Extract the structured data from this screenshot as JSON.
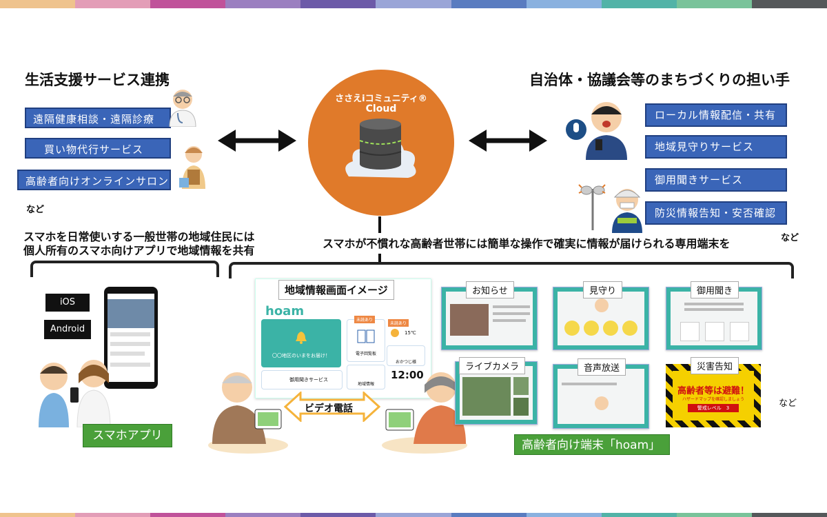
{
  "colors": {
    "stripe": [
      "#efc38d",
      "#e39db7",
      "#c0529a",
      "#9b7fc0",
      "#6c5aa8",
      "#9aa5d7",
      "#5a7cc0",
      "#8ab1df",
      "#52b3a7",
      "#79c39a",
      "#55585a"
    ],
    "service_blue": "#3a65b8",
    "cloud_orange": "#e07a2a",
    "hoam_teal": "#3bb3a6",
    "label_green": "#4aa03a"
  },
  "left": {
    "title": "生活支援サービス連携",
    "services": [
      "遠隔健康相談・遠隔診療",
      "買い物代行サービス",
      "高齢者向けオンラインサロン"
    ],
    "etc": "など"
  },
  "right": {
    "title": "自治体・協議会等のまちづくりの担い手",
    "services": [
      "ローカル情報配信・共有",
      "地域見守りサービス",
      "御用聞きサービス",
      "防災情報告知・安否確認"
    ],
    "etc": "など"
  },
  "cloud": {
    "line1": "ささえiコミュニティ®",
    "line2": "Cloud"
  },
  "captions": {
    "left_line1": "スマホを日常使いする一般世帯の地域住民には",
    "left_line2": "個人所有のスマホ向けアプリで地域情報を共有",
    "right": "スマホが不慣れな高齢者世帯には簡単な操作で確実に情報が届けられる専用端末を"
  },
  "smartphone": {
    "ios": "iOS",
    "android": "Android",
    "label": "スマホアプリ"
  },
  "hoam_main": {
    "heading": "地域情報画面イメージ",
    "logo": "hoam",
    "big_tile": "〇〇地区のいまをお届け！",
    "tile_board": "電子回覧板",
    "tile_weather": "15℃",
    "tile_time": "12:00",
    "tile_goyo": "御用聞きサービス",
    "tile_chiiki": "地域情報",
    "tile_omakase": "おかつじ様",
    "badge": "未読あり",
    "video_call": "ビデオ電話"
  },
  "screens": {
    "oshirase": "お知らせ",
    "mimamori": "見守り",
    "goyo": "御用聞き",
    "live": "ライブカメラ",
    "onsei": "音声放送",
    "saigai": "災害告知",
    "saigai_main": "高齢者等は避難！",
    "saigai_sub": "ハザードマップを確認しましょう",
    "saigai_level": "警戒レベル　3"
  },
  "terminal_label": "高齢者向け端末「hoam」",
  "terminal_etc": "など"
}
